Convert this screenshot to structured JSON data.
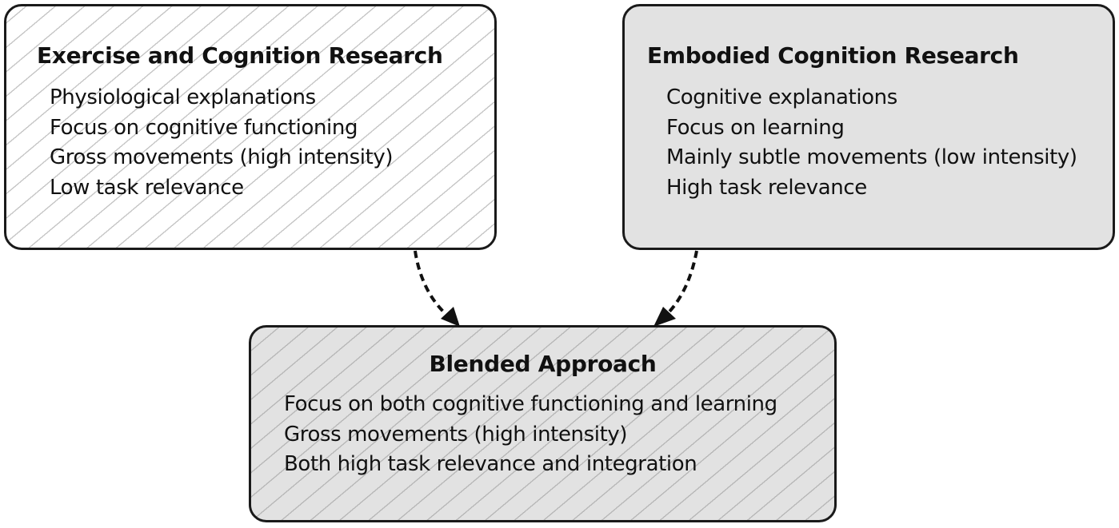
{
  "boxes": {
    "exercise": {
      "title": "Exercise and Cognition Research",
      "items": [
        "Physiological explanations",
        "Focus on cognitive functioning",
        "Gross movements (high intensity)",
        "Low task relevance"
      ]
    },
    "embodied": {
      "title": "Embodied Cognition Research",
      "items": [
        "Cognitive explanations",
        "Focus on learning",
        "Mainly subtle movements (low intensity)",
        "High task relevance"
      ]
    },
    "blended": {
      "title": "Blended Approach",
      "items": [
        "Focus on both cognitive functioning and learning",
        "Gross movements (high intensity)",
        "Both high task relevance and integration"
      ]
    }
  },
  "arrows": [
    {
      "from": "exercise",
      "to": "blended",
      "style": "dashed"
    },
    {
      "from": "embodied",
      "to": "blended",
      "style": "dashed"
    }
  ]
}
